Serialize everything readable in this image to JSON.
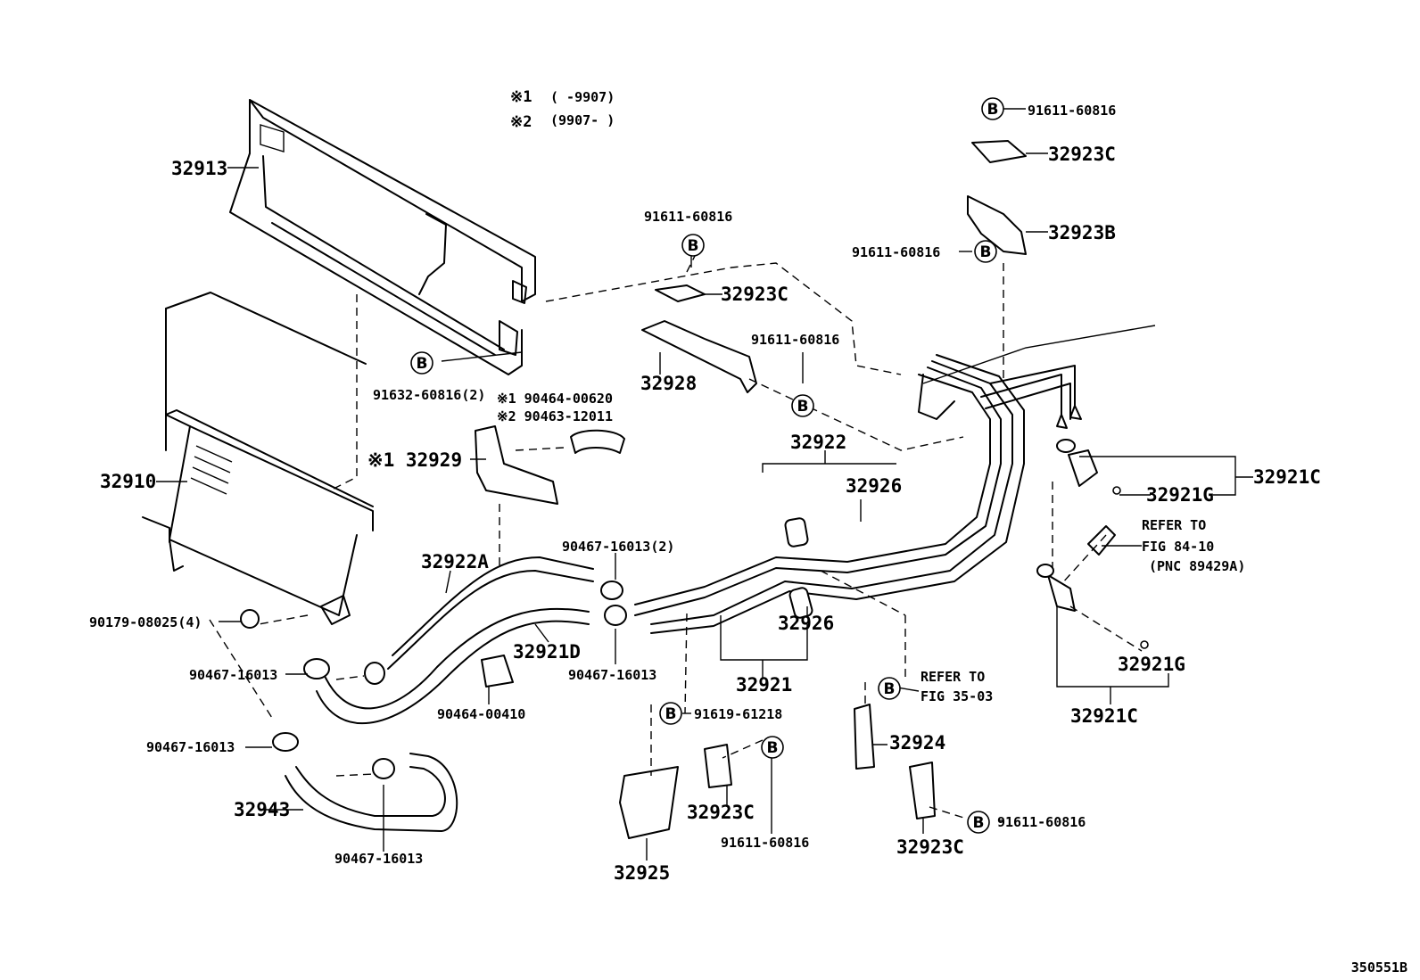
{
  "notes": {
    "n1_mark": "※1",
    "n1_range": "(      -9907)",
    "n2_mark": "※2",
    "n2_range": "(9907-      )"
  },
  "bolt_mark": "B",
  "labels": {
    "p32913": "32913",
    "p32910": "32910",
    "p91632": "91632-60816(2)",
    "n1_90464_00620": "※1 90464-00620",
    "n2_90463_12011": "※2 90463-12011",
    "n1_32929": "※1 32929",
    "p32922a": "32922A",
    "p90467_2": "90467-16013(2)",
    "p90179": "90179-08025(4)",
    "p90467_a": "90467-16013",
    "p32921d": "32921D",
    "p90464_00410": "90464-00410",
    "p90467_b": "90467-16013",
    "p90467_c": "90467-16013",
    "p32943": "32943",
    "p90467_d": "90467-16013",
    "p91611_top": "91611-60816",
    "p32923c_top": "32923C",
    "p32928": "32928",
    "p91611_mid": "91611-60816",
    "p32922": "32922",
    "p32926_a": "32926",
    "p32926_b": "32926",
    "p32921": "32921",
    "p91619": "91619-61218",
    "p32923c_low": "32923C",
    "p91611_low": "91611-60816",
    "p32925": "32925",
    "p32924": "32924",
    "refer_35_1": "REFER TO",
    "refer_35_2": "FIG 35-03",
    "p91611_right_low": "91611-60816",
    "p32923c_right_low": "32923C",
    "p91611_tr": "91611-60816",
    "p32923c_tr": "32923C",
    "p91611_tr2": "91611-60816",
    "p32923b": "32923B",
    "p32921c_a": "32921C",
    "p32921g_a": "32921G",
    "refer_84_1": "REFER TO",
    "refer_84_2": "FIG 84-10",
    "refer_84_3": "(PNC 89429A)",
    "p32921g_b": "32921G",
    "p32921c_b": "32921C"
  },
  "figure_id": "350551B"
}
